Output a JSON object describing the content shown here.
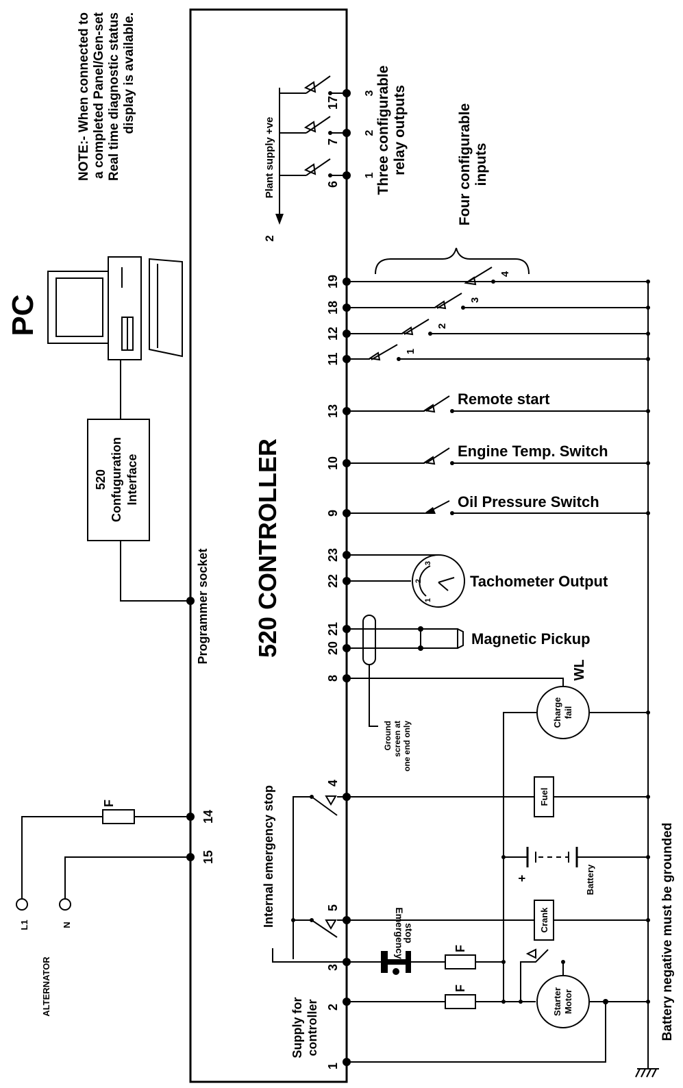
{
  "pc": {
    "title": "PC",
    "note_lines": [
      "NOTE:- When connected to",
      "a completed Panel/Gen-set",
      "Real time diagnostic status",
      "display is available."
    ],
    "interface_lines": [
      "520",
      "Confuguration",
      "Interface"
    ],
    "programmer_socket": "Programmer socket"
  },
  "controller": {
    "title": "520 CONTROLLER"
  },
  "alternator": {
    "label": "ALTERNATOR",
    "l1": "L1",
    "n": "N",
    "fuse": "F",
    "terminal_14": "14",
    "terminal_15": "15"
  },
  "relays": {
    "plant_supply": "Plant supply +ve",
    "plant_num": "2",
    "title_line1": "Three configurable",
    "title_line2": "relay outputs",
    "terminals": [
      "6",
      "7",
      "17"
    ],
    "numbers": [
      "1",
      "2",
      "3"
    ]
  },
  "inputs": {
    "title_line1": "Four configurable",
    "title_line2": "inputs",
    "terminals": [
      "19",
      "18",
      "12",
      "11"
    ],
    "numbers": [
      "4",
      "3",
      "2",
      "1"
    ]
  },
  "signals": {
    "remote_start": {
      "terminal": "13",
      "label": "Remote start"
    },
    "engine_temp": {
      "terminal": "10",
      "label": "Engine Temp. Switch"
    },
    "oil_pressure": {
      "terminal": "9",
      "label": "Oil Pressure Switch"
    },
    "tacho": {
      "terminals": [
        "23",
        "22"
      ],
      "label": "Tachometer Output",
      "dial": [
        "1",
        "2",
        "3"
      ]
    },
    "pickup": {
      "terminals": [
        "21",
        "20"
      ],
      "label": "Magnetic Pickup"
    },
    "charge": {
      "terminal": "8",
      "wl": "WL",
      "lamp": [
        "Charge",
        "fail"
      ]
    },
    "ground_note": [
      "Ground",
      "screen at",
      "one end only"
    ]
  },
  "power": {
    "emergency_internal": "Internal emergency stop",
    "terminal_4": "4",
    "terminal_5": "5",
    "fuel": "Fuel",
    "crank": "Crank",
    "battery": "Battery",
    "plus": "+",
    "emergency_stop": [
      "Emergency",
      "stop"
    ],
    "fuse": "F",
    "supply_lines": [
      "Supply for",
      "controller"
    ],
    "terminals_bottom": [
      "3",
      "2",
      "1"
    ],
    "starter": [
      "Starter",
      "Motor"
    ],
    "battery_ground": "Battery negative must be grounded"
  }
}
